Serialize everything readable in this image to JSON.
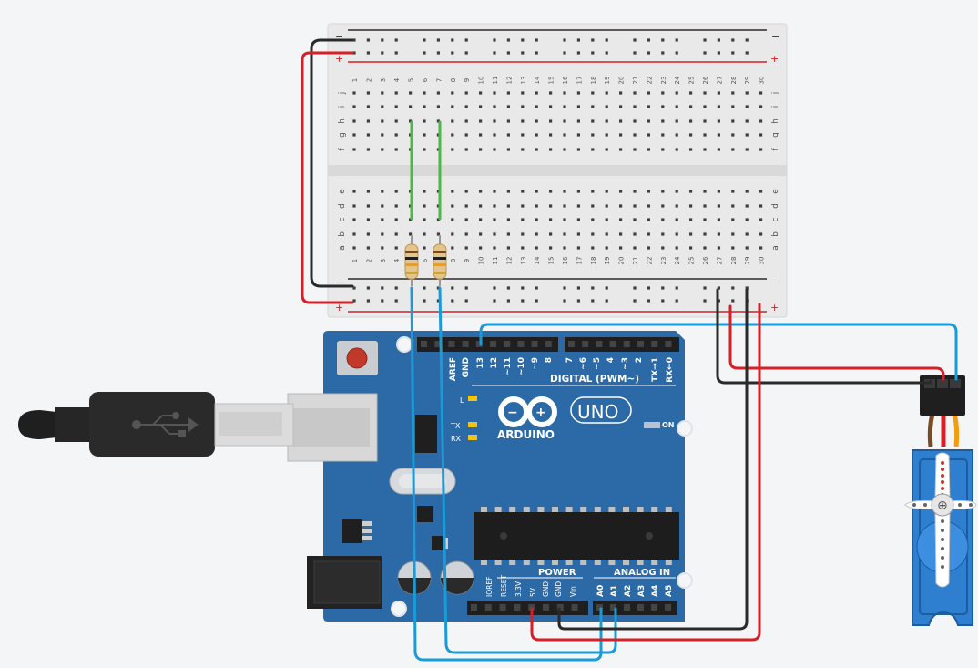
{
  "breadboard": {
    "row_letters_top": [
      "j",
      "i",
      "h",
      "g",
      "f"
    ],
    "row_letters_bottom": [
      "e",
      "d",
      "c",
      "b",
      "a"
    ],
    "columns": [
      "1",
      "2",
      "3",
      "4",
      "5",
      "6",
      "7",
      "8",
      "9",
      "10",
      "11",
      "12",
      "13",
      "14",
      "15",
      "16",
      "17",
      "18",
      "19",
      "20",
      "21",
      "22",
      "23",
      "24",
      "25",
      "26",
      "27",
      "28",
      "29",
      "30"
    ],
    "rail_minus": "−",
    "rail_plus": "+"
  },
  "arduino": {
    "brand": "ARDUINO",
    "model": "UNO",
    "digital_label": "DIGITAL (PWM~)",
    "digital_pins": [
      "AREF",
      "GND",
      "13",
      "12",
      "~11",
      "~10",
      "~9",
      "8",
      "7",
      "~6",
      "~5",
      "4",
      "~3",
      "2",
      "TX→1",
      "RX←0"
    ],
    "led_l": "L",
    "led_tx": "TX",
    "led_rx": "RX",
    "on_label": "ON",
    "power_label": "POWER",
    "power_pins": [
      "IOREF",
      "RESET",
      "3.3V",
      "5V",
      "GND",
      "GND",
      "Vin"
    ],
    "analog_label": "ANALOG IN",
    "analog_pins": [
      "A0",
      "A1",
      "A2",
      "A3",
      "A4",
      "A5"
    ]
  },
  "colors": {
    "board_blue": "#2b6aa6",
    "breadboard": "#e8e8e8",
    "wire_red": "#d62027",
    "wire_black": "#2a2a2a",
    "wire_blue": "#1a9bd7",
    "wire_green": "#4cb848",
    "servo_blue": "#2f7fd1",
    "servo_black": "#1f1f1f"
  }
}
